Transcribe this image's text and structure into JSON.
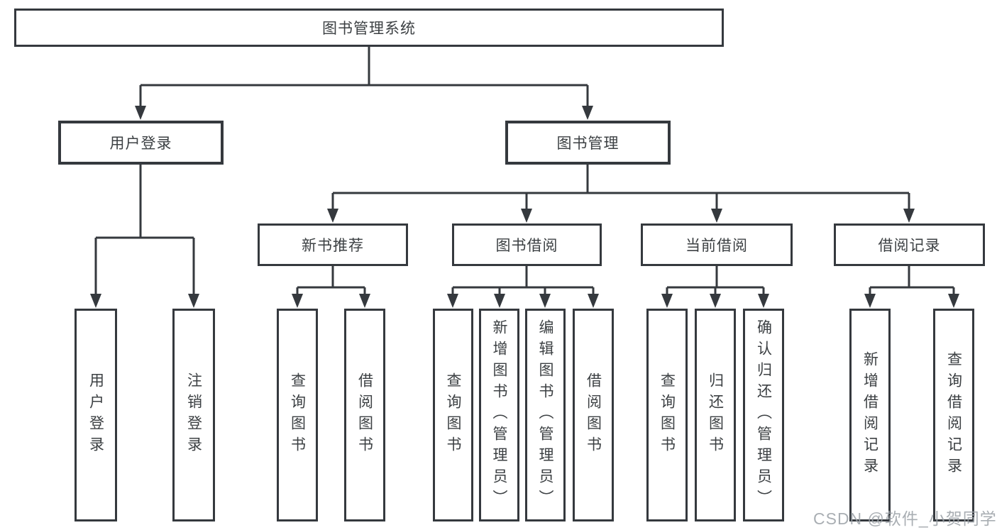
{
  "colors": {
    "line": "#35393e",
    "text": "#3c4043",
    "background": "#ffffff",
    "watermark": "#9ba1a6"
  },
  "watermark": {
    "text": "CSDN @软件_小贺同学"
  },
  "nodes": {
    "root": {
      "label": "图书管理系统"
    },
    "user_login": {
      "label": "用户登录"
    },
    "book_management": {
      "label": "图书管理"
    },
    "new_book_recommend": {
      "label": "新书推荐"
    },
    "book_borrow": {
      "label": "图书借阅"
    },
    "current_borrow": {
      "label": "当前借阅"
    },
    "borrow_records": {
      "label": "借阅记录"
    },
    "leaf_user_login": {
      "label": "用户登录"
    },
    "leaf_logout": {
      "label": "注销登录"
    },
    "leaf_recommend_query": {
      "label": "查询图书"
    },
    "leaf_recommend_borrow": {
      "label": "借阅图书"
    },
    "leaf_borrow_query": {
      "label": "查询图书"
    },
    "leaf_borrow_add": {
      "label": "新增图书（管理员）"
    },
    "leaf_borrow_edit": {
      "label": "编辑图书（管理员）"
    },
    "leaf_borrow_borrow": {
      "label": "借阅图书"
    },
    "leaf_current_query": {
      "label": "查询图书"
    },
    "leaf_current_return": {
      "label": "归还图书"
    },
    "leaf_current_confirm": {
      "label": "确认归还（管理员）"
    },
    "leaf_records_add": {
      "label": "新增借阅记录"
    },
    "leaf_records_query": {
      "label": "查询借阅记录"
    }
  }
}
